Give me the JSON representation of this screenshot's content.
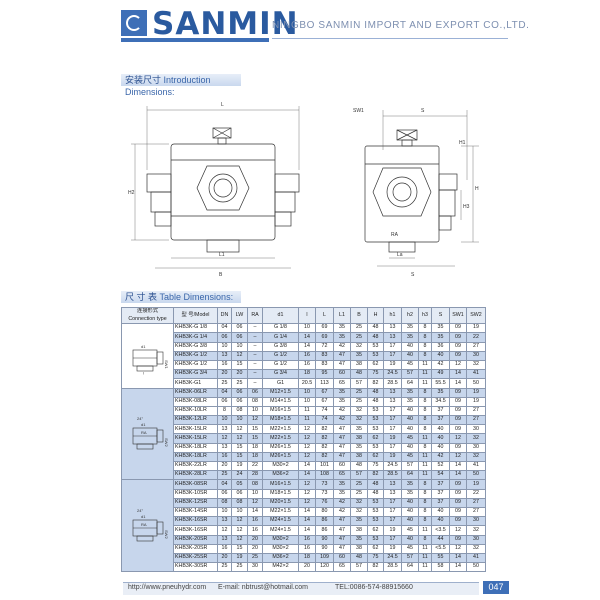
{
  "header": {
    "logo_text": "SANMIN",
    "company": "NINGBO SANMIN IMPORT AND EXPORT CO.,LTD."
  },
  "sections": {
    "intro_cn": "安装尺寸",
    "intro_en": "Introduction Dimensions:",
    "table_cn": "尺 寸 表",
    "table_en": "Table Dimensions:"
  },
  "drawing_labels": {
    "left": {
      "l": "L",
      "h2": "H2",
      "l1": "L1",
      "b": "B"
    },
    "right": {
      "sw1": "SW1",
      "s": "S",
      "h1": "H1",
      "h": "H",
      "h3": "H3",
      "la": "La",
      "ra": "RA",
      "s2": "S"
    }
  },
  "table": {
    "headers": [
      "连接形式\nConnection type",
      "型 号/Model",
      "DN",
      "LW",
      "RA",
      "d1",
      "l",
      "L",
      "L1",
      "B",
      "H",
      "h1",
      "h2",
      "h3",
      "S",
      "SW1",
      "SW2"
    ],
    "connection_type_header_cn": "连接形式",
    "connection_type_header_en": "Connection type",
    "groups": [
      {
        "figure_labels": {
          "d1": "d1",
          "l": "l",
          "side": "SW1"
        },
        "rows": [
          [
            "KHB3K-G 1/8",
            "04",
            "06",
            "–",
            "G 1/8",
            "10",
            "69",
            "35",
            "25",
            "48",
            "13",
            "35",
            "8",
            "35",
            "09",
            "19"
          ],
          [
            "KHB3K-G 1/4",
            "06",
            "06",
            "–",
            "G 1/4",
            "14",
            "69",
            "35",
            "25",
            "48",
            "13",
            "35",
            "8",
            "35",
            "09",
            "22"
          ],
          [
            "KHB3K-G 3/8",
            "10",
            "10",
            "–",
            "G 3/8",
            "14",
            "72",
            "42",
            "32",
            "53",
            "17",
            "40",
            "8",
            "36",
            "09",
            "27"
          ],
          [
            "KHB3K-G 1/2",
            "13",
            "12",
            "–",
            "G 1/2",
            "16",
            "83",
            "47",
            "35",
            "53",
            "17",
            "40",
            "8",
            "40",
            "09",
            "30"
          ],
          [
            "KHB3K-G 1/2",
            "16",
            "15",
            "–",
            "G 1/2",
            "16",
            "83",
            "47",
            "38",
            "62",
            "19",
            "45",
            "11",
            "42",
            "12",
            "32"
          ],
          [
            "KHB3K-G 3/4",
            "20",
            "20",
            "–",
            "G 3/4",
            "18",
            "95",
            "60",
            "48",
            "75",
            "24.5",
            "57",
            "11",
            "49",
            "14",
            "41"
          ],
          [
            "KHB3K-G1",
            "25",
            "25",
            "–",
            "G1",
            "20.5",
            "113",
            "65",
            "57",
            "82",
            "28.5",
            "64",
            "11",
            "55.5",
            "14",
            "50"
          ]
        ]
      },
      {
        "figure_labels": {
          "angle": "24°",
          "d1": "d1",
          "ra": "RA",
          "side": "SW2"
        },
        "rows": [
          [
            "KHB3K-06LR",
            "04",
            "06",
            "06",
            "M12×1.5",
            "10",
            "67",
            "35",
            "25",
            "48",
            "13",
            "35",
            "8",
            "35",
            "09",
            "19"
          ],
          [
            "KHB3K-08LR",
            "06",
            "06",
            "08",
            "M14×1.5",
            "10",
            "67",
            "35",
            "25",
            "48",
            "13",
            "35",
            "8",
            "34.5",
            "09",
            "19"
          ],
          [
            "KHB3K-10LR",
            "8",
            "08",
            "10",
            "M16×1.5",
            "11",
            "74",
            "42",
            "32",
            "53",
            "17",
            "40",
            "8",
            "37",
            "09",
            "27"
          ],
          [
            "KHB3K-12LR",
            "10",
            "10",
            "12",
            "M18×1.5",
            "11",
            "74",
            "42",
            "32",
            "53",
            "17",
            "40",
            "8",
            "37",
            "09",
            "27"
          ],
          [
            "KHB3K-15LR",
            "13",
            "12",
            "15",
            "M22×1.5",
            "12",
            "82",
            "47",
            "35",
            "53",
            "17",
            "40",
            "8",
            "40",
            "09",
            "30"
          ],
          [
            "KHB3K-15LR",
            "12",
            "12",
            "15",
            "M22×1.5",
            "12",
            "82",
            "47",
            "38",
            "62",
            "19",
            "45",
            "11",
            "40",
            "12",
            "32"
          ],
          [
            "KHB3K-18LR",
            "13",
            "15",
            "18",
            "M26×1.5",
            "12",
            "82",
            "47",
            "35",
            "53",
            "17",
            "40",
            "8",
            "40",
            "09",
            "30"
          ],
          [
            "KHB3K-18LR",
            "16",
            "15",
            "18",
            "M26×1.5",
            "12",
            "82",
            "47",
            "38",
            "62",
            "19",
            "45",
            "11",
            "42",
            "12",
            "32"
          ],
          [
            "KHB3K-22LR",
            "20",
            "19",
            "22",
            "M30×2",
            "14",
            "101",
            "60",
            "48",
            "75",
            "24.5",
            "57",
            "11",
            "52",
            "14",
            "41"
          ],
          [
            "KHB3K-28LR",
            "25",
            "24",
            "28",
            "M36×2",
            "14",
            "108",
            "65",
            "57",
            "82",
            "28.5",
            "64",
            "11",
            "54",
            "14",
            "50"
          ]
        ]
      },
      {
        "figure_labels": {
          "angle": "24°",
          "d1": "d1",
          "ra": "RA",
          "side": "SW2"
        },
        "rows": [
          [
            "KHB3K-08SR",
            "04",
            "05",
            "08",
            "M16×1.5",
            "12",
            "73",
            "35",
            "25",
            "48",
            "13",
            "35",
            "8",
            "37",
            "09",
            "19"
          ],
          [
            "KHB3K-10SR",
            "06",
            "06",
            "10",
            "M18×1.5",
            "12",
            "73",
            "35",
            "25",
            "48",
            "13",
            "35",
            "8",
            "37",
            "09",
            "22"
          ],
          [
            "KHB3K-12SR",
            "08",
            "08",
            "12",
            "M20×1.5",
            "12",
            "76",
            "42",
            "32",
            "53",
            "17",
            "40",
            "8",
            "37",
            "09",
            "27"
          ],
          [
            "KHB3K-14SR",
            "10",
            "10",
            "14",
            "M22×1.5",
            "14",
            "80",
            "42",
            "32",
            "53",
            "17",
            "40",
            "8",
            "40",
            "09",
            "27"
          ],
          [
            "KHB3K-16SR",
            "13",
            "12",
            "16",
            "M24×1.5",
            "14",
            "86",
            "47",
            "35",
            "53",
            "17",
            "40",
            "8",
            "40",
            "09",
            "30"
          ],
          [
            "KHB3K-16SR",
            "12",
            "12",
            "16",
            "M24×1.5",
            "14",
            "86",
            "47",
            "38",
            "62",
            "19",
            "45",
            "11",
            "<3.5",
            "12",
            "32"
          ],
          [
            "KHB3K-20SR",
            "13",
            "12",
            "20",
            "M30×2",
            "16",
            "90",
            "47",
            "35",
            "53",
            "17",
            "40",
            "8",
            "44",
            "09",
            "30"
          ],
          [
            "KHB3K-20SR",
            "16",
            "15",
            "20",
            "M30×2",
            "16",
            "90",
            "47",
            "38",
            "62",
            "19",
            "45",
            "11",
            "<5.5",
            "12",
            "32"
          ],
          [
            "KHB3K-25SR",
            "20",
            "19",
            "25",
            "M36×2",
            "18",
            "109",
            "60",
            "48",
            "75",
            "24.5",
            "57",
            "11",
            "55",
            "14",
            "41"
          ],
          [
            "KHB3K-30SR",
            "25",
            "25",
            "30",
            "M42×2",
            "20",
            "120",
            "65",
            "57",
            "82",
            "28.5",
            "64",
            "11",
            "58",
            "14",
            "50"
          ]
        ]
      }
    ],
    "highlighted_rows": [
      2,
      4,
      6,
      8,
      11,
      13,
      15,
      17,
      18,
      20,
      22,
      24,
      26
    ]
  },
  "footer": {
    "url": "http://www.pneuhydr.com",
    "email": "E-mail: nbtrust@hotmail.com",
    "tel": "TEL:0086-574-88915660",
    "page": "047"
  },
  "colors": {
    "brand": "#3e6fb7",
    "row_highlight": "#c7d6ec"
  }
}
